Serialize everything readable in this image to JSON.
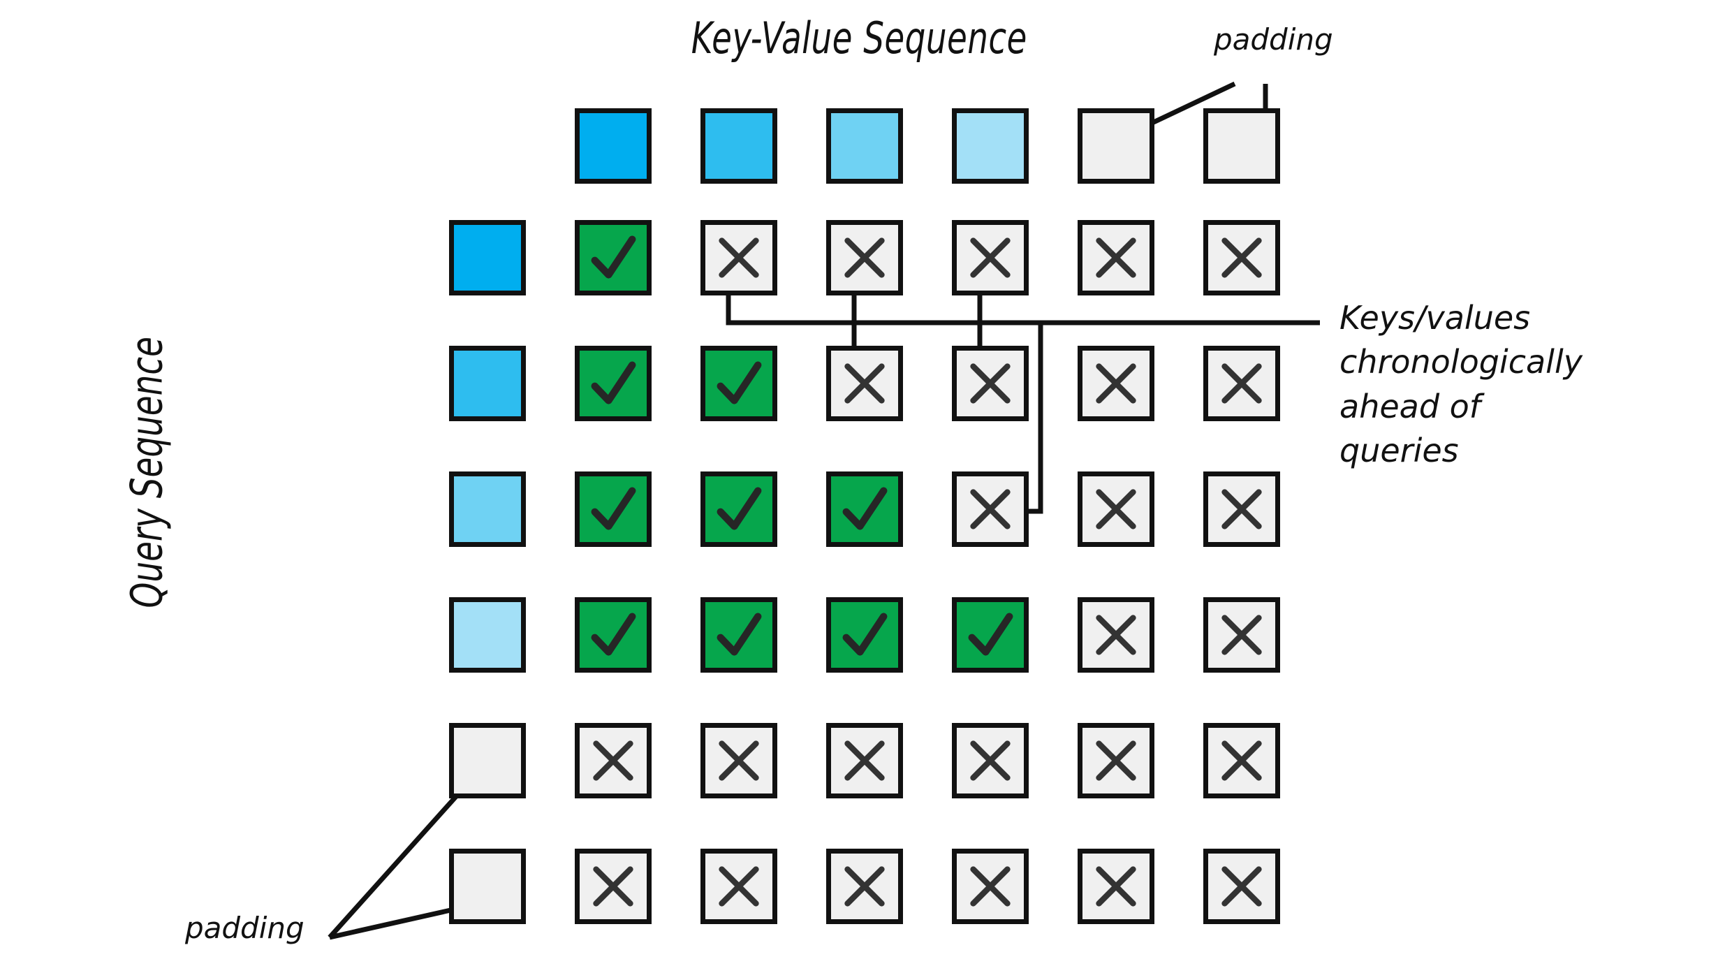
{
  "diagram": {
    "title": "Key-Value Sequence",
    "y_axis_label": "Query Sequence",
    "annotations": {
      "padding_top": "padding",
      "padding_bottom": "padding",
      "keys_values": "Keys/values\nchronologically\nahead of\nqueries"
    },
    "legend_semantics": {
      "check": "attention allowed",
      "cross": "attention masked",
      "blue_shades": "key-value / query token, darker = earlier in time",
      "gray": "padding token"
    },
    "colors": {
      "blue_1": "#00AEEF",
      "blue_2": "#2EBDEF",
      "blue_3": "#6FD2F3",
      "blue_4": "#A3E0F7",
      "green": "#06A64C",
      "gray": "#F0F0F0",
      "outline": "#111111"
    },
    "grid": {
      "n_columns": 7,
      "n_rows": 7,
      "column_header_row": {
        "label": "key-value sequence tokens",
        "cells": [
          {
            "col": 1,
            "type": "blue",
            "shade": 1
          },
          {
            "col": 2,
            "type": "blue",
            "shade": 2
          },
          {
            "col": 3,
            "type": "blue",
            "shade": 3
          },
          {
            "col": 4,
            "type": "blue",
            "shade": 4
          },
          {
            "col": 5,
            "type": "gray",
            "shade": 0
          },
          {
            "col": 6,
            "type": "gray",
            "shade": 0
          }
        ]
      },
      "rows": [
        {
          "row": 0,
          "header": {
            "type": "blue",
            "shade": 1
          },
          "cells": [
            "check",
            "cross",
            "cross",
            "cross",
            "cross",
            "cross"
          ]
        },
        {
          "row": 1,
          "header": {
            "type": "blue",
            "shade": 2
          },
          "cells": [
            "check",
            "check",
            "cross",
            "cross",
            "cross",
            "cross"
          ]
        },
        {
          "row": 2,
          "header": {
            "type": "blue",
            "shade": 3
          },
          "cells": [
            "check",
            "check",
            "check",
            "cross",
            "cross",
            "cross"
          ]
        },
        {
          "row": 3,
          "header": {
            "type": "blue",
            "shade": 4
          },
          "cells": [
            "check",
            "check",
            "check",
            "check",
            "cross",
            "cross"
          ]
        },
        {
          "row": 4,
          "header": {
            "type": "gray",
            "shade": 0
          },
          "cells": [
            "cross",
            "cross",
            "cross",
            "cross",
            "cross",
            "cross"
          ]
        },
        {
          "row": 5,
          "header": {
            "type": "gray",
            "shade": 0
          },
          "cells": [
            "cross",
            "cross",
            "cross",
            "cross",
            "cross",
            "cross"
          ]
        }
      ]
    }
  }
}
